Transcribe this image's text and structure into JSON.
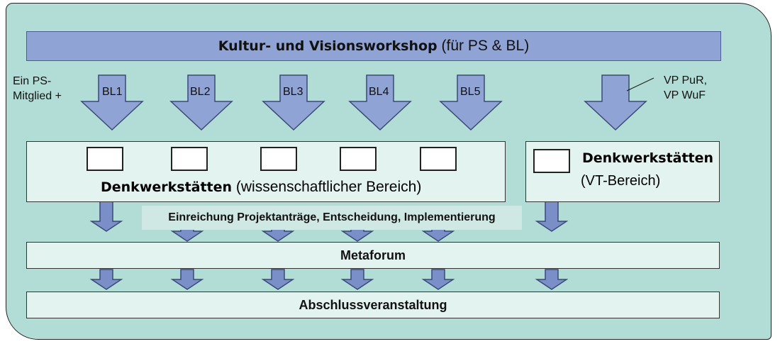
{
  "header": {
    "title_bold": "Kultur- und Visionsworkshop",
    "title_rest": " (für PS & BL)"
  },
  "side_label_left": {
    "line1": "Ein PS-",
    "line2": "Mitglied +"
  },
  "side_label_right": {
    "line1": "VP PuR,",
    "line2": "VP WuF"
  },
  "arrows": [
    "BL1",
    "BL2",
    "BL3",
    "BL4",
    "BL5"
  ],
  "science_box": {
    "title_bold": "Denkwerkstätten",
    "title_rest": " (wissenschaftlicher Bereich)"
  },
  "vt_box": {
    "title_bold": "Denkwerkstätten",
    "title_rest": "(VT-Bereich)"
  },
  "band": "Einreichung Projektanträge, Entscheidung, Implementierung",
  "metaforum": "Metaforum",
  "final": "Abschlussveranstaltung",
  "colors": {
    "arrow_fill": "#8fa3d4",
    "arrow_stroke": "#3b4a78",
    "panel": "#b2ddd6",
    "box": "#e3f3f0"
  }
}
